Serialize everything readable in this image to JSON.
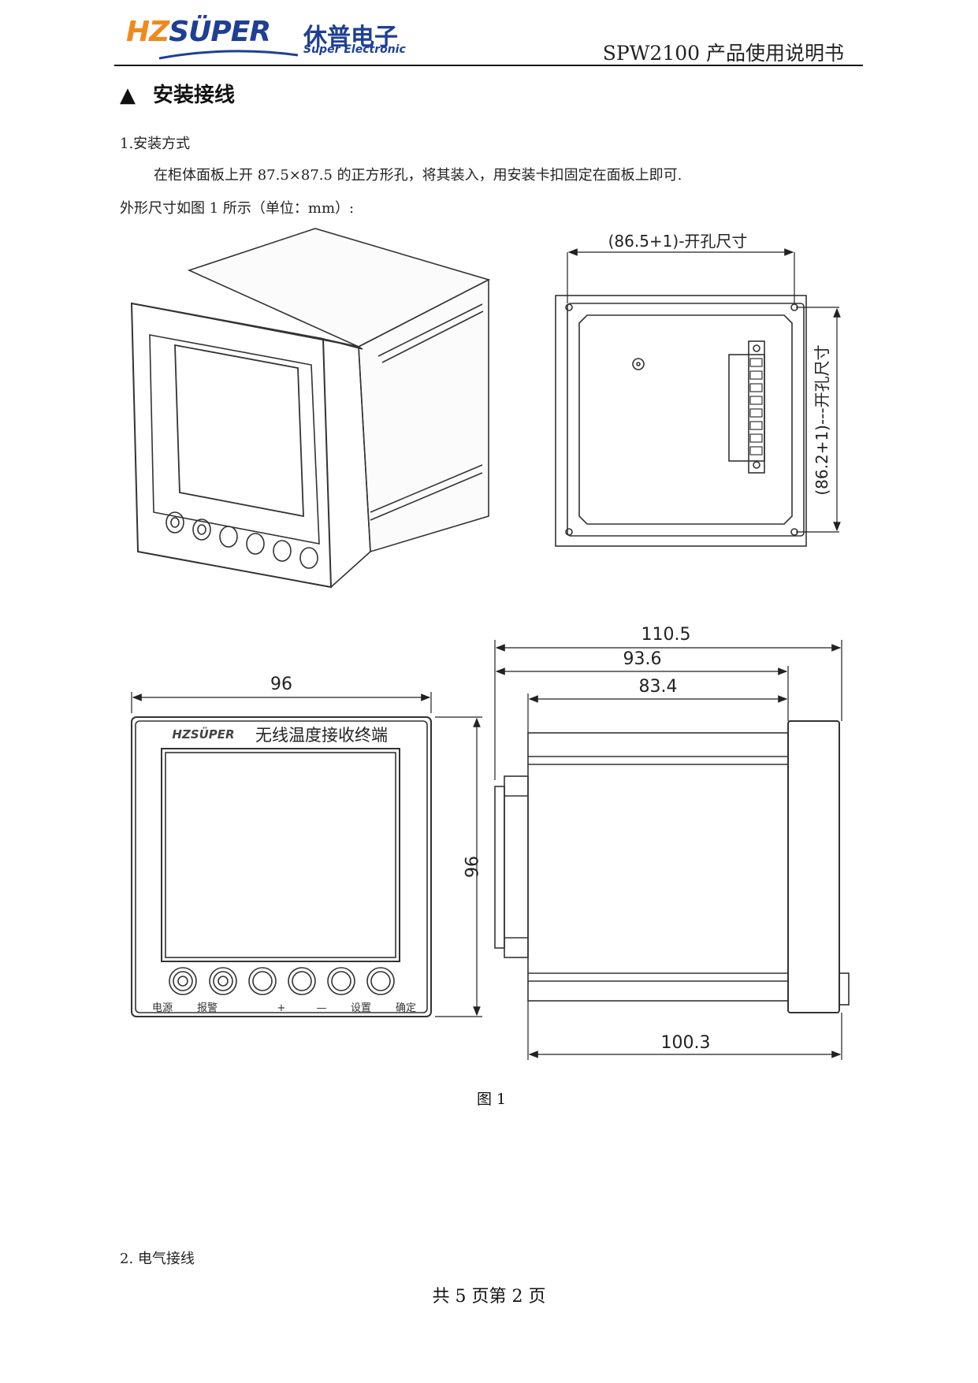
{
  "header": {
    "logo_hz": "HZ",
    "logo_super": "SÜPER",
    "logo_cn": "休普电子",
    "logo_en": "Super Electronic",
    "doc_title": "SPW2100 产品使用说明书"
  },
  "section": {
    "marker": "▲",
    "title": "安装接线",
    "item1_title": "1.安装方式",
    "item1_text": "在柜体面板上开 87.5×87.5 的正方形孔，将其装入，用安装卡扣固定在面板上即可.",
    "item1_dim_text": "外形尺寸如图 1 所示（单位：mm）:",
    "item2_title": "2.  电气接线"
  },
  "figure": {
    "caption": "图 1",
    "cutout_w": "(86.5+1)-开孔尺寸",
    "cutout_h": "(86.2+1)---开孔尺寸",
    "front_width": "96",
    "front_height": "96",
    "side_total": "110.5",
    "side_936": "93.6",
    "side_834": "83.4",
    "side_bottom": "100.3",
    "panel_logo": "HZSÜPER",
    "panel_title": "无线温度接收终端",
    "buttons": [
      "电源",
      "报警",
      "+",
      "—",
      "设置",
      "确定"
    ]
  },
  "footer": {
    "page": "共 5 页第 2 页"
  },
  "colors": {
    "logo_orange": "#f08a1c",
    "logo_blue": "#1f3f95"
  }
}
